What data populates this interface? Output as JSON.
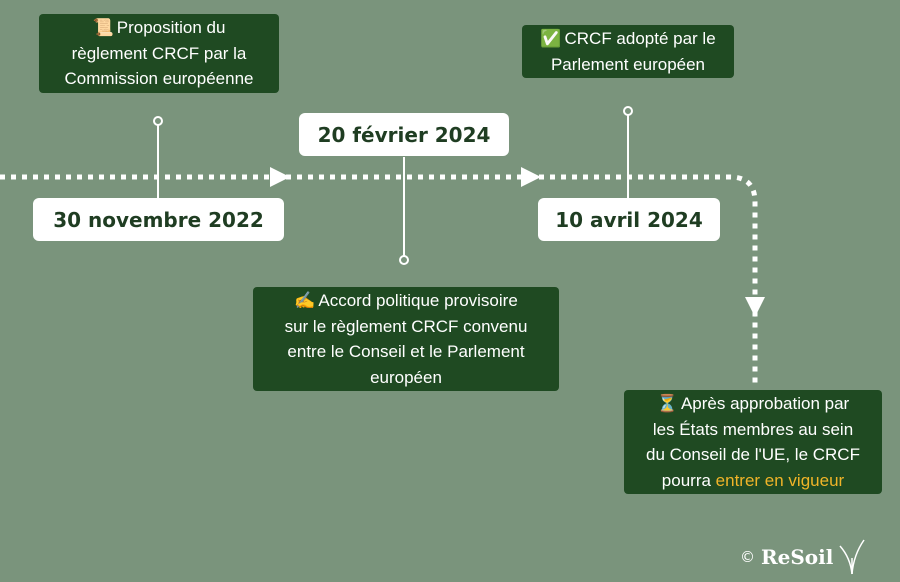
{
  "dates": {
    "d1": "30 novembre 2022",
    "d2": "20 février 2024",
    "d3": "10 avril 2024"
  },
  "events": {
    "e1": {
      "icon": "📜",
      "lines": [
        "Proposition du",
        "règlement CRCF par la",
        "Commission européenne"
      ]
    },
    "e2": {
      "icon": "✍",
      "lines": [
        "Accord politique provisoire",
        "sur le règlement CRCF convenu",
        "entre le Conseil et le Parlement",
        "européen"
      ]
    },
    "e3": {
      "icon": "✅",
      "lines": [
        "CRCF adopté par le",
        "Parlement européen"
      ]
    },
    "e4": {
      "icon": "⏳",
      "lines": [
        "Après approbation par",
        "les États membres au sein",
        "du Conseil de l'UE, le CRCF",
        "pourra"
      ],
      "highlight": "entrer en vigueur"
    }
  },
  "credit": {
    "copyright": "©",
    "brand": "ReSoil"
  },
  "colors": {
    "background": "#7a947c",
    "event_box": "#1f4a22",
    "highlight": "#f0b428"
  }
}
